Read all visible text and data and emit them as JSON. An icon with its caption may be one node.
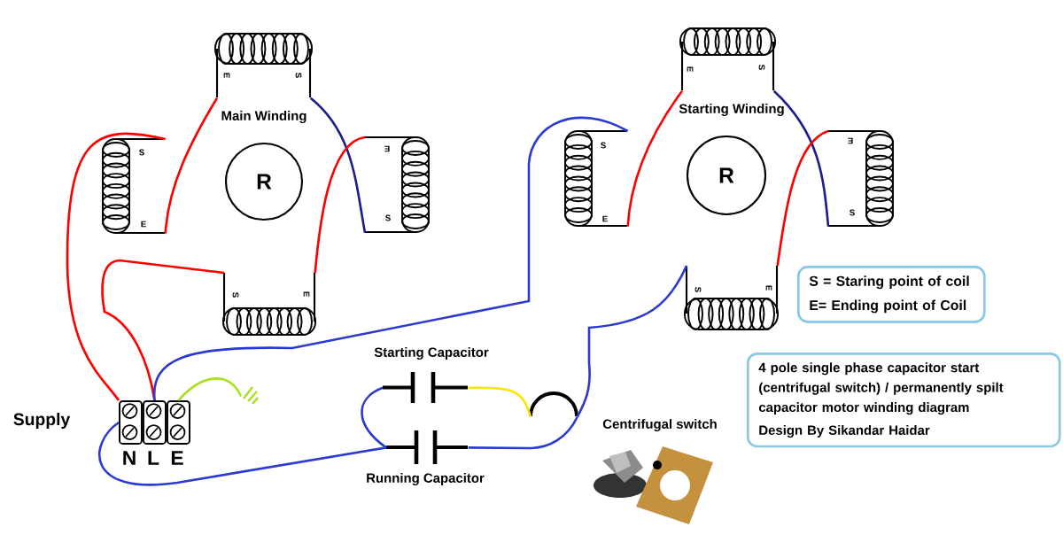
{
  "diagram": {
    "nodes": [
      {
        "text": [
          "E",
          "S"
        ]
      },
      {
        "text": [
          "S",
          "E"
        ]
      },
      {
        "text": [
          "E",
          "S"
        ]
      },
      {
        "text": [
          "S",
          "E"
        ]
      },
      {
        "text": [
          "R"
        ]
      },
      {
        "text": [
          "E",
          "S"
        ]
      },
      {
        "text": [
          "S",
          "E"
        ]
      },
      {
        "text": [
          "E",
          "S"
        ]
      },
      {
        "text": [
          "S",
          "E"
        ]
      },
      {
        "text": [
          "R"
        ]
      },
      {
        "text": [
          "N"
        ]
      },
      {
        "text": [
          "L"
        ]
      },
      {
        "text": [
          "E"
        ]
      },
      {
        "text": [],
        "shape": "earth"
      },
      {
        "text": [
          "Starting Capacitor"
        ]
      },
      {
        "text": [
          "Running Capacitor"
        ]
      },
      {
        "text": [],
        "shape": "arc",
        "beside": [
          "Centrifugal switch"
        ]
      },
      {
        "text": [
          "S = Staring point of coil",
          "E= Ending point of Coil"
        ]
      },
      {
        "text": [
          "4 pole single phase capacitor start (centrifugal switch) / permanently spilt capacitor motor winding diagram",
          "Design By Sikandar Haidar"
        ]
      }
    ],
    "edges": [
      {
        "from": 0,
        "to": 1,
        "arrow": "none"
      },
      {
        "from": 0,
        "to": 2,
        "arrow": "none",
        "color": "#1c1c8c"
      },
      {
        "from": 2,
        "to": 3,
        "arrow": "none"
      },
      {
        "from": 1,
        "to": 10,
        "arrow": "none"
      },
      {
        "from": 3,
        "to": 11,
        "arrow": "none"
      },
      {
        "from": 11,
        "to": 6,
        "arrow": "none",
        "color": "#2b3bd1"
      },
      {
        "from": 5,
        "to": 6,
        "arrow": "none"
      },
      {
        "from": 5,
        "to": 7,
        "arrow": "none",
        "color": "#1c1c8c"
      },
      {
        "from": 7,
        "to": 8,
        "arrow": "none"
      },
      {
        "from": 8,
        "to": 16,
        "arrow": "none",
        "color": "#2b3bd1"
      },
      {
        "from": 16,
        "to": 15,
        "arrow": "none",
        "color": "#2b3bd1"
      },
      {
        "from": 16,
        "to": 14,
        "arrow": "none",
        "color": "#ffe600"
      },
      {
        "from": 14,
        "to": 15,
        "arrow": "none",
        "color": "#2b3bd1"
      },
      {
        "from": 15,
        "to": 10,
        "arrow": "none",
        "color": "#2b3bd1"
      },
      {
        "from": 12,
        "to": 13,
        "arrow": "none",
        "color": "#a8e01f"
      }
    ],
    "labels": [
      "Main Winding",
      "Starting Winding",
      "Supply"
    ]
  }
}
